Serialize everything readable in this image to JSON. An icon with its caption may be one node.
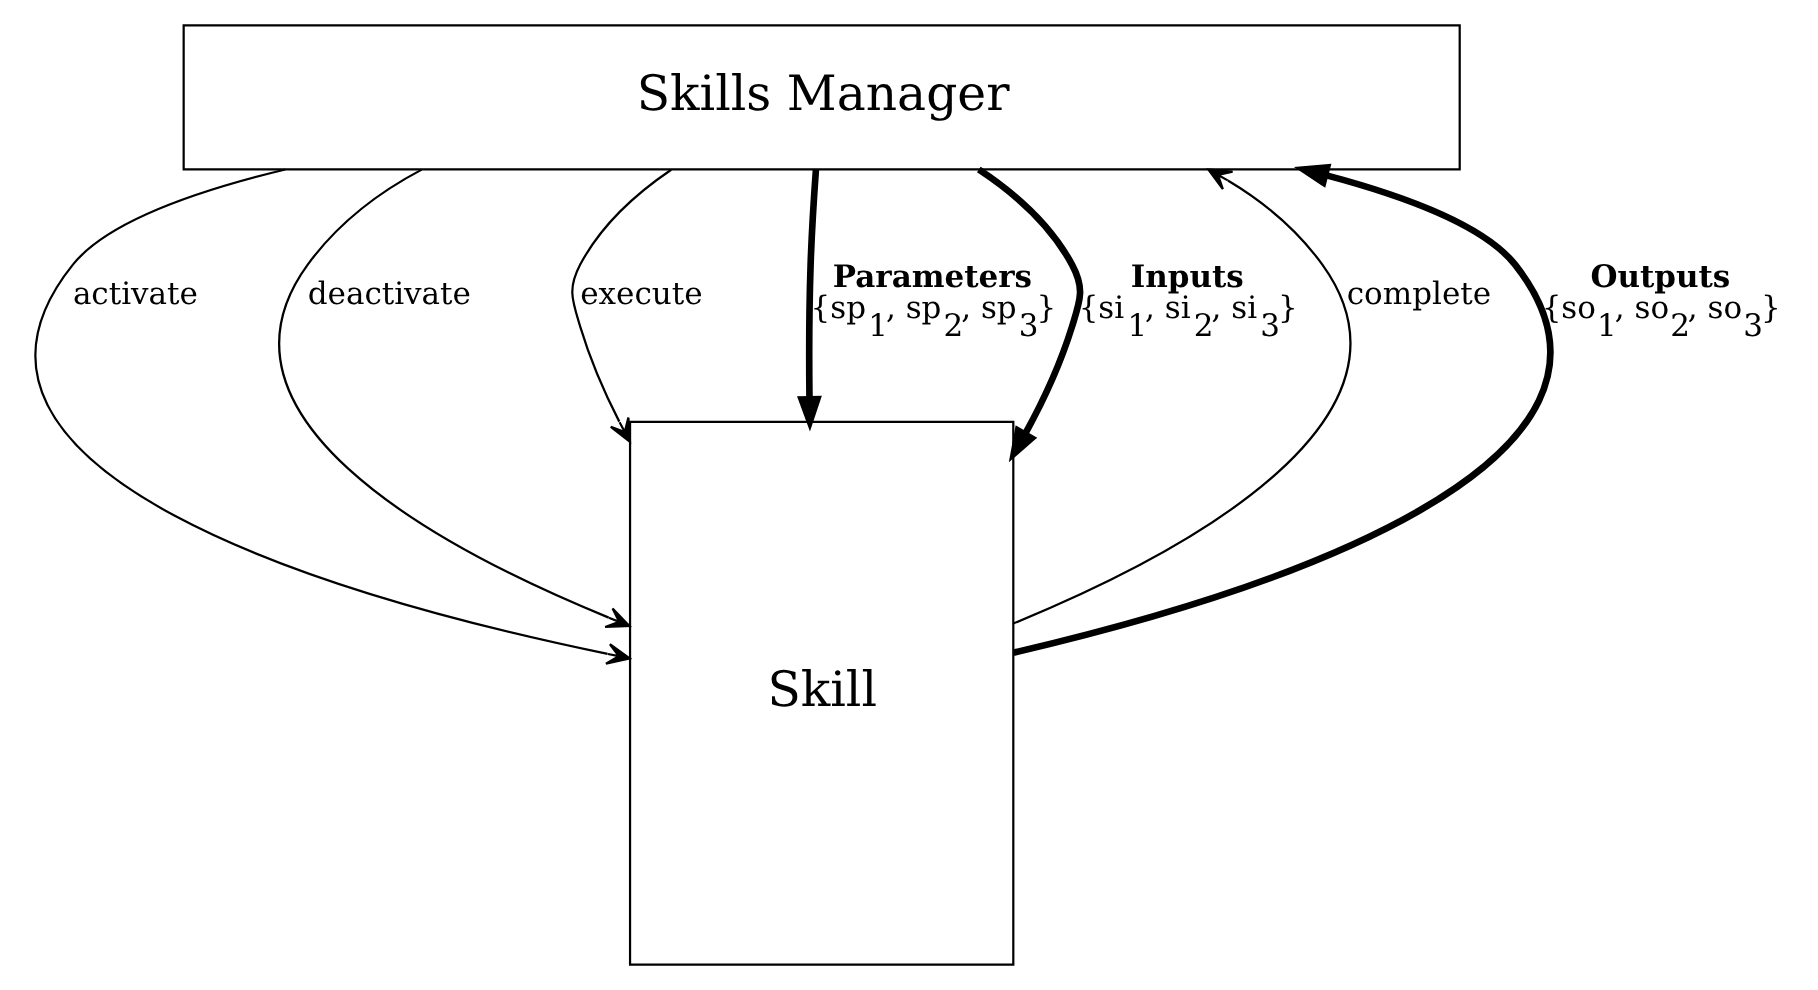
{
  "diagram": {
    "nodes": [
      {
        "text": [
          "Skills Manager"
        ]
      },
      {
        "text": [
          "Skill"
        ]
      }
    ],
    "edges": [
      {
        "from": 0,
        "to": 1,
        "arrow": "to",
        "label": "activate"
      },
      {
        "from": 0,
        "to": 1,
        "arrow": "to",
        "label": "deactivate"
      },
      {
        "from": 0,
        "to": 1,
        "arrow": "to",
        "label": "execute"
      },
      {
        "from": 0,
        "to": 1,
        "arrow": "to",
        "label": "**Parameters** {sp$_{1}$, sp$_{2}$, sp$_{3}$}",
        "style": "thick"
      },
      {
        "from": 0,
        "to": 1,
        "arrow": "to",
        "label": "**Inputs** {si$_{1}$, si$_{2}$, si$_{3}$}",
        "style": "thick"
      },
      {
        "from": 1,
        "to": 0,
        "arrow": "to",
        "label": "complete"
      },
      {
        "from": 1,
        "to": 0,
        "arrow": "to",
        "label": "**Outputs** {so$_{1}$, so$_{2}$, so$_{3}$}",
        "style": "thick"
      }
    ]
  }
}
